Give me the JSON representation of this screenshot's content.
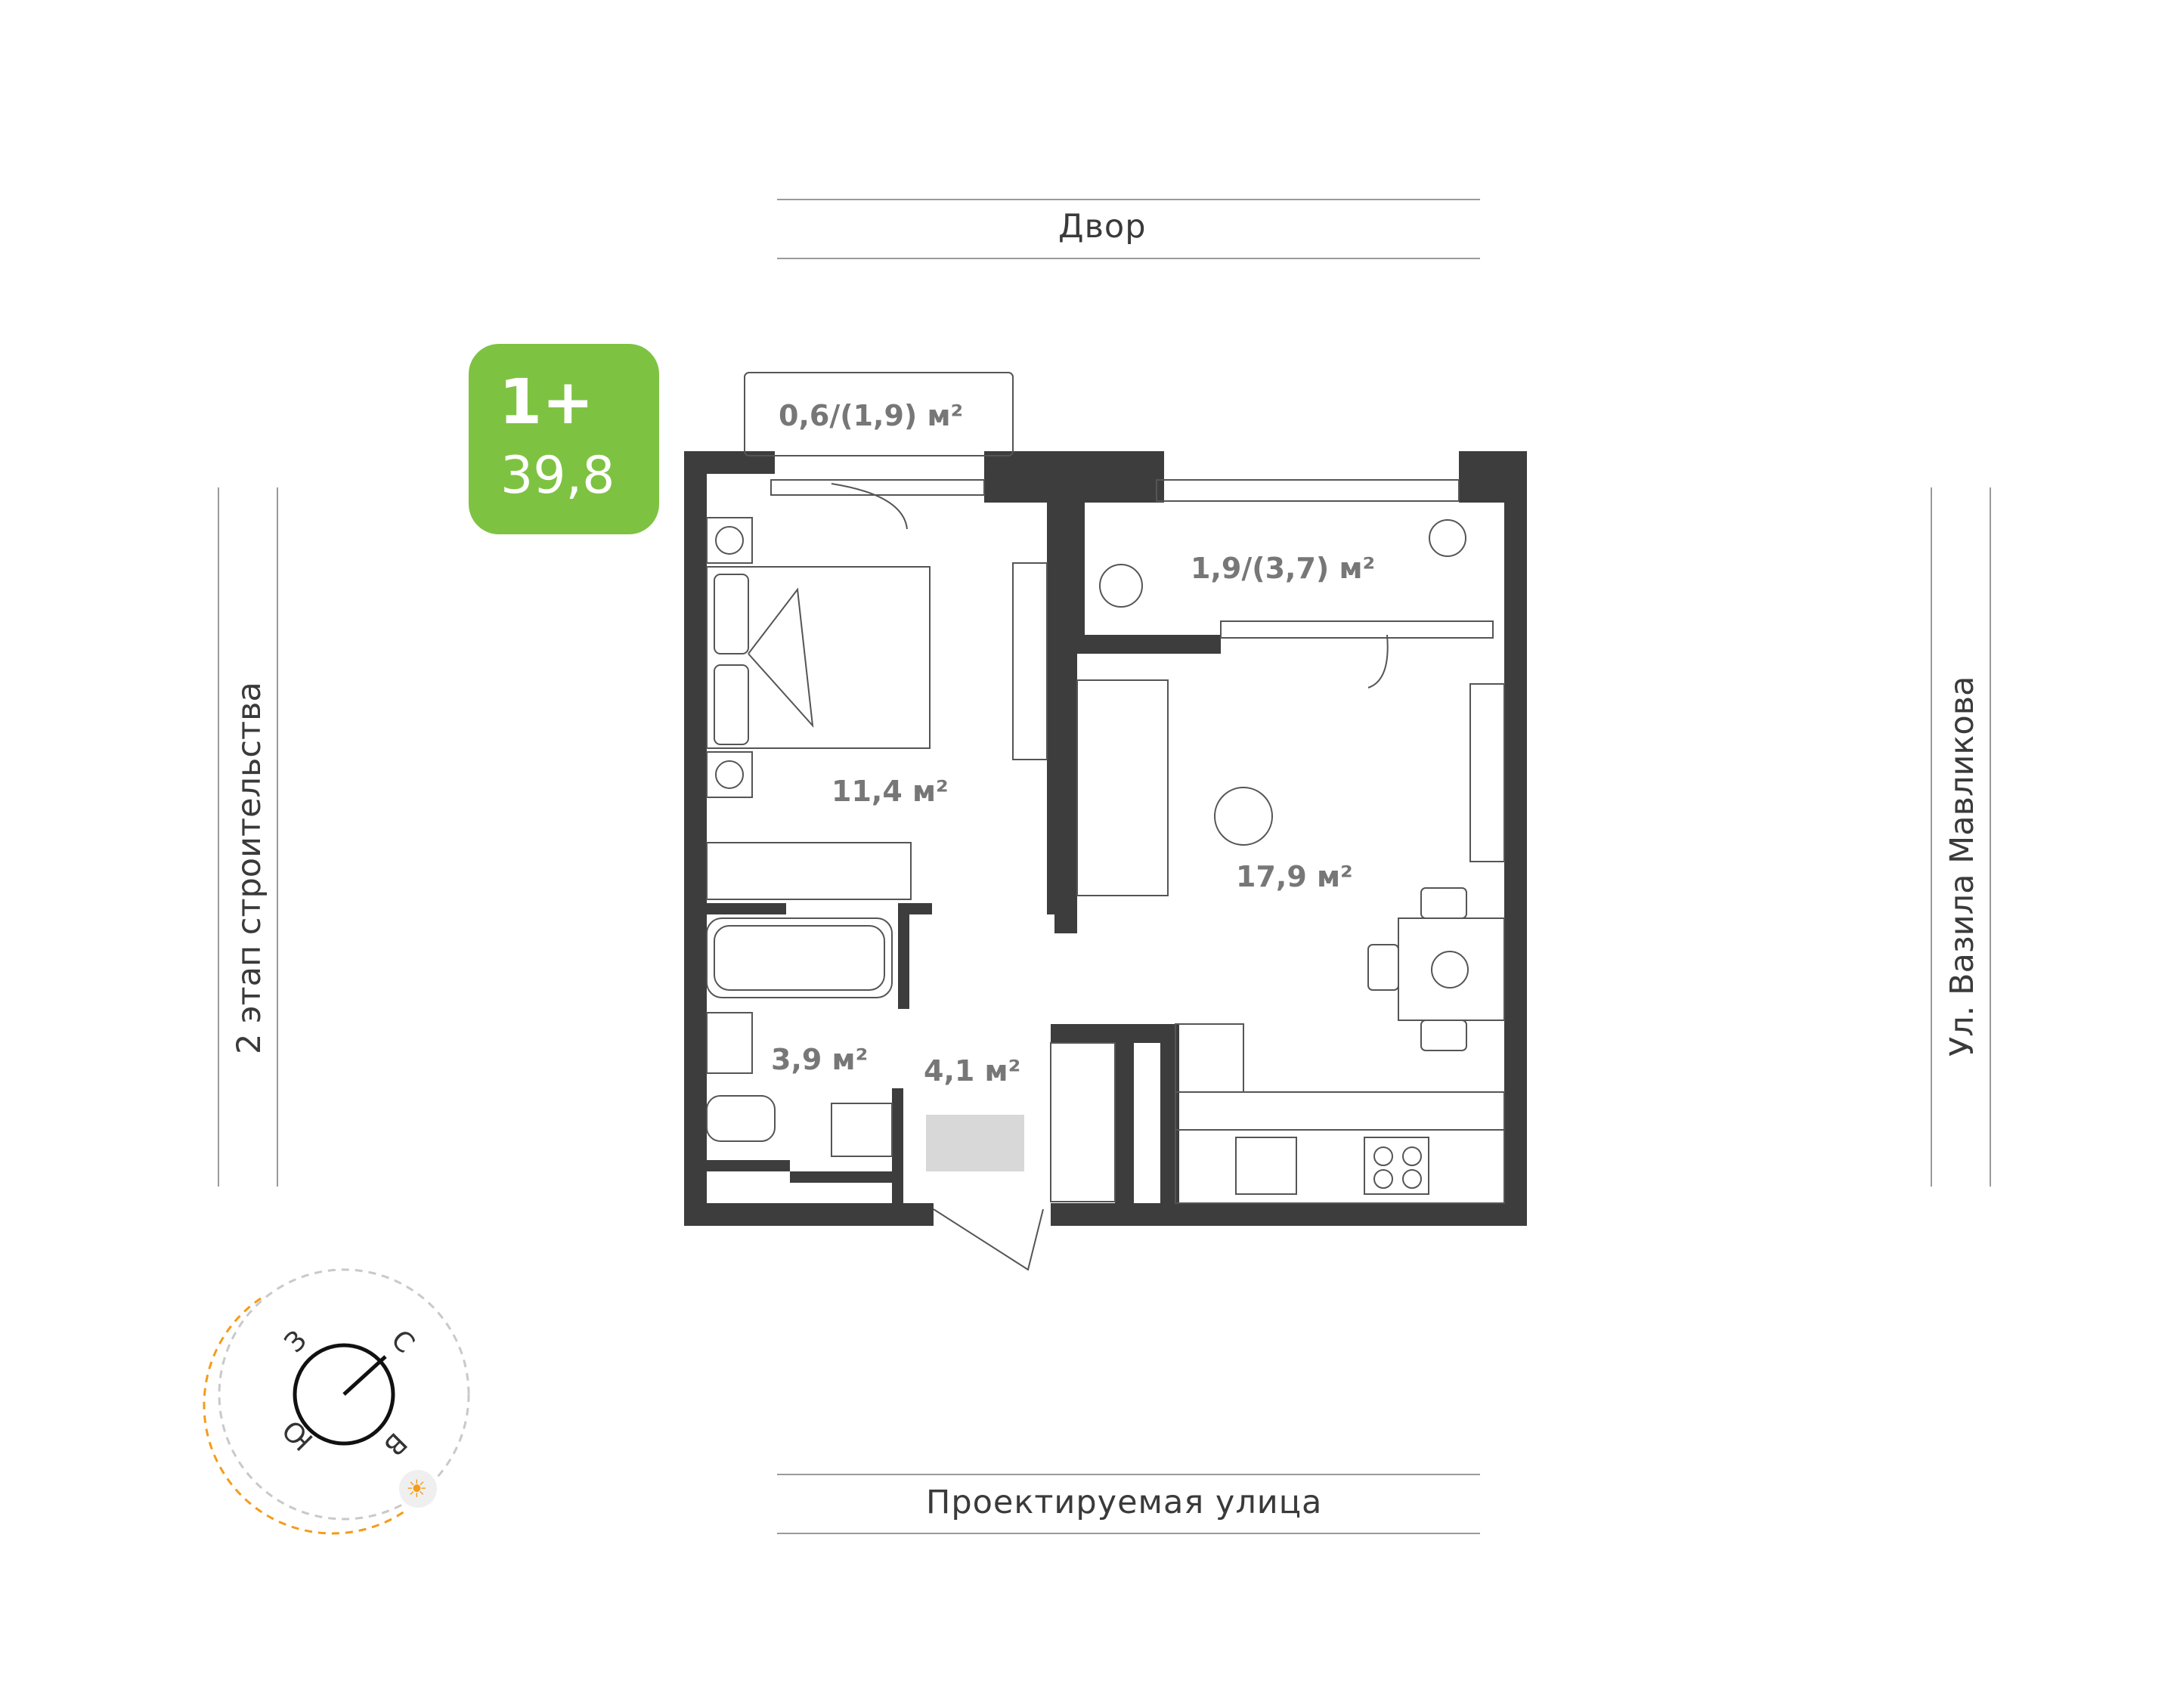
{
  "orientation": {
    "top": "Двор",
    "bottom": "Проектируемая улица",
    "left": "2 этап строительства",
    "right": "Ул. Вазила Мавликова"
  },
  "badge": {
    "type": "1+",
    "total_area": "39,8",
    "color": "#7ec242"
  },
  "rooms": [
    {
      "id": "balcony",
      "area": "0,6/(1,9) м²"
    },
    {
      "id": "loggia",
      "area": "1,9/(3,7) м²"
    },
    {
      "id": "bedroom",
      "area": "11,4 м²"
    },
    {
      "id": "living-kitchen",
      "area": "17,9 м²"
    },
    {
      "id": "bathroom",
      "area": "3,9 м²"
    },
    {
      "id": "hallway",
      "area": "4,1 м²"
    }
  ],
  "compass": {
    "north": "С",
    "south": "Ю",
    "east": "В",
    "west": "З",
    "sun_icon": "sun-icon",
    "sun_color": "#f39c1a"
  },
  "colors": {
    "wall": "#3d3d3d",
    "accent": "#7ec242",
    "text": "#333333"
  }
}
